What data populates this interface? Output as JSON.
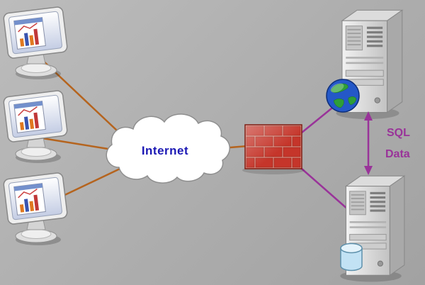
{
  "diagram": {
    "type": "network-architecture-diagram",
    "background_color": "#aeaeae",
    "cloud": {
      "label": "Internet",
      "label_color": "#1b18b4"
    },
    "sql_arrow": {
      "line1": "SQL",
      "line2": "Data",
      "color": "#993399"
    },
    "nodes": [
      {
        "id": "client-workstation-1",
        "kind": "client-computer"
      },
      {
        "id": "client-workstation-2",
        "kind": "client-computer"
      },
      {
        "id": "client-workstation-3",
        "kind": "client-computer"
      },
      {
        "id": "internet-cloud",
        "kind": "cloud",
        "label": "Internet"
      },
      {
        "id": "firewall",
        "kind": "firewall-brick-wall"
      },
      {
        "id": "web-server",
        "kind": "server-tower-with-globe"
      },
      {
        "id": "database-server",
        "kind": "server-tower-with-database"
      }
    ],
    "links": [
      {
        "from": "client-workstation-1",
        "to": "internet-cloud",
        "color": "#b5641e"
      },
      {
        "from": "client-workstation-2",
        "to": "internet-cloud",
        "color": "#b5641e"
      },
      {
        "from": "client-workstation-3",
        "to": "internet-cloud",
        "color": "#b5641e"
      },
      {
        "from": "internet-cloud",
        "to": "firewall",
        "color": "#b5641e"
      },
      {
        "from": "firewall",
        "to": "web-server",
        "color": "#993399"
      },
      {
        "from": "firewall",
        "to": "database-server",
        "color": "#993399"
      },
      {
        "from": "web-server",
        "to": "database-server",
        "color": "#993399",
        "style": "double-arrow",
        "label": "SQL Data"
      }
    ],
    "colors": {
      "client_link": "#b5641e",
      "server_link": "#993399",
      "firewall_brick": "#c5352a",
      "globe_ocean": "#2458c8",
      "globe_land": "#2e9e38",
      "database_cylinder": "#c2e2f4"
    }
  }
}
